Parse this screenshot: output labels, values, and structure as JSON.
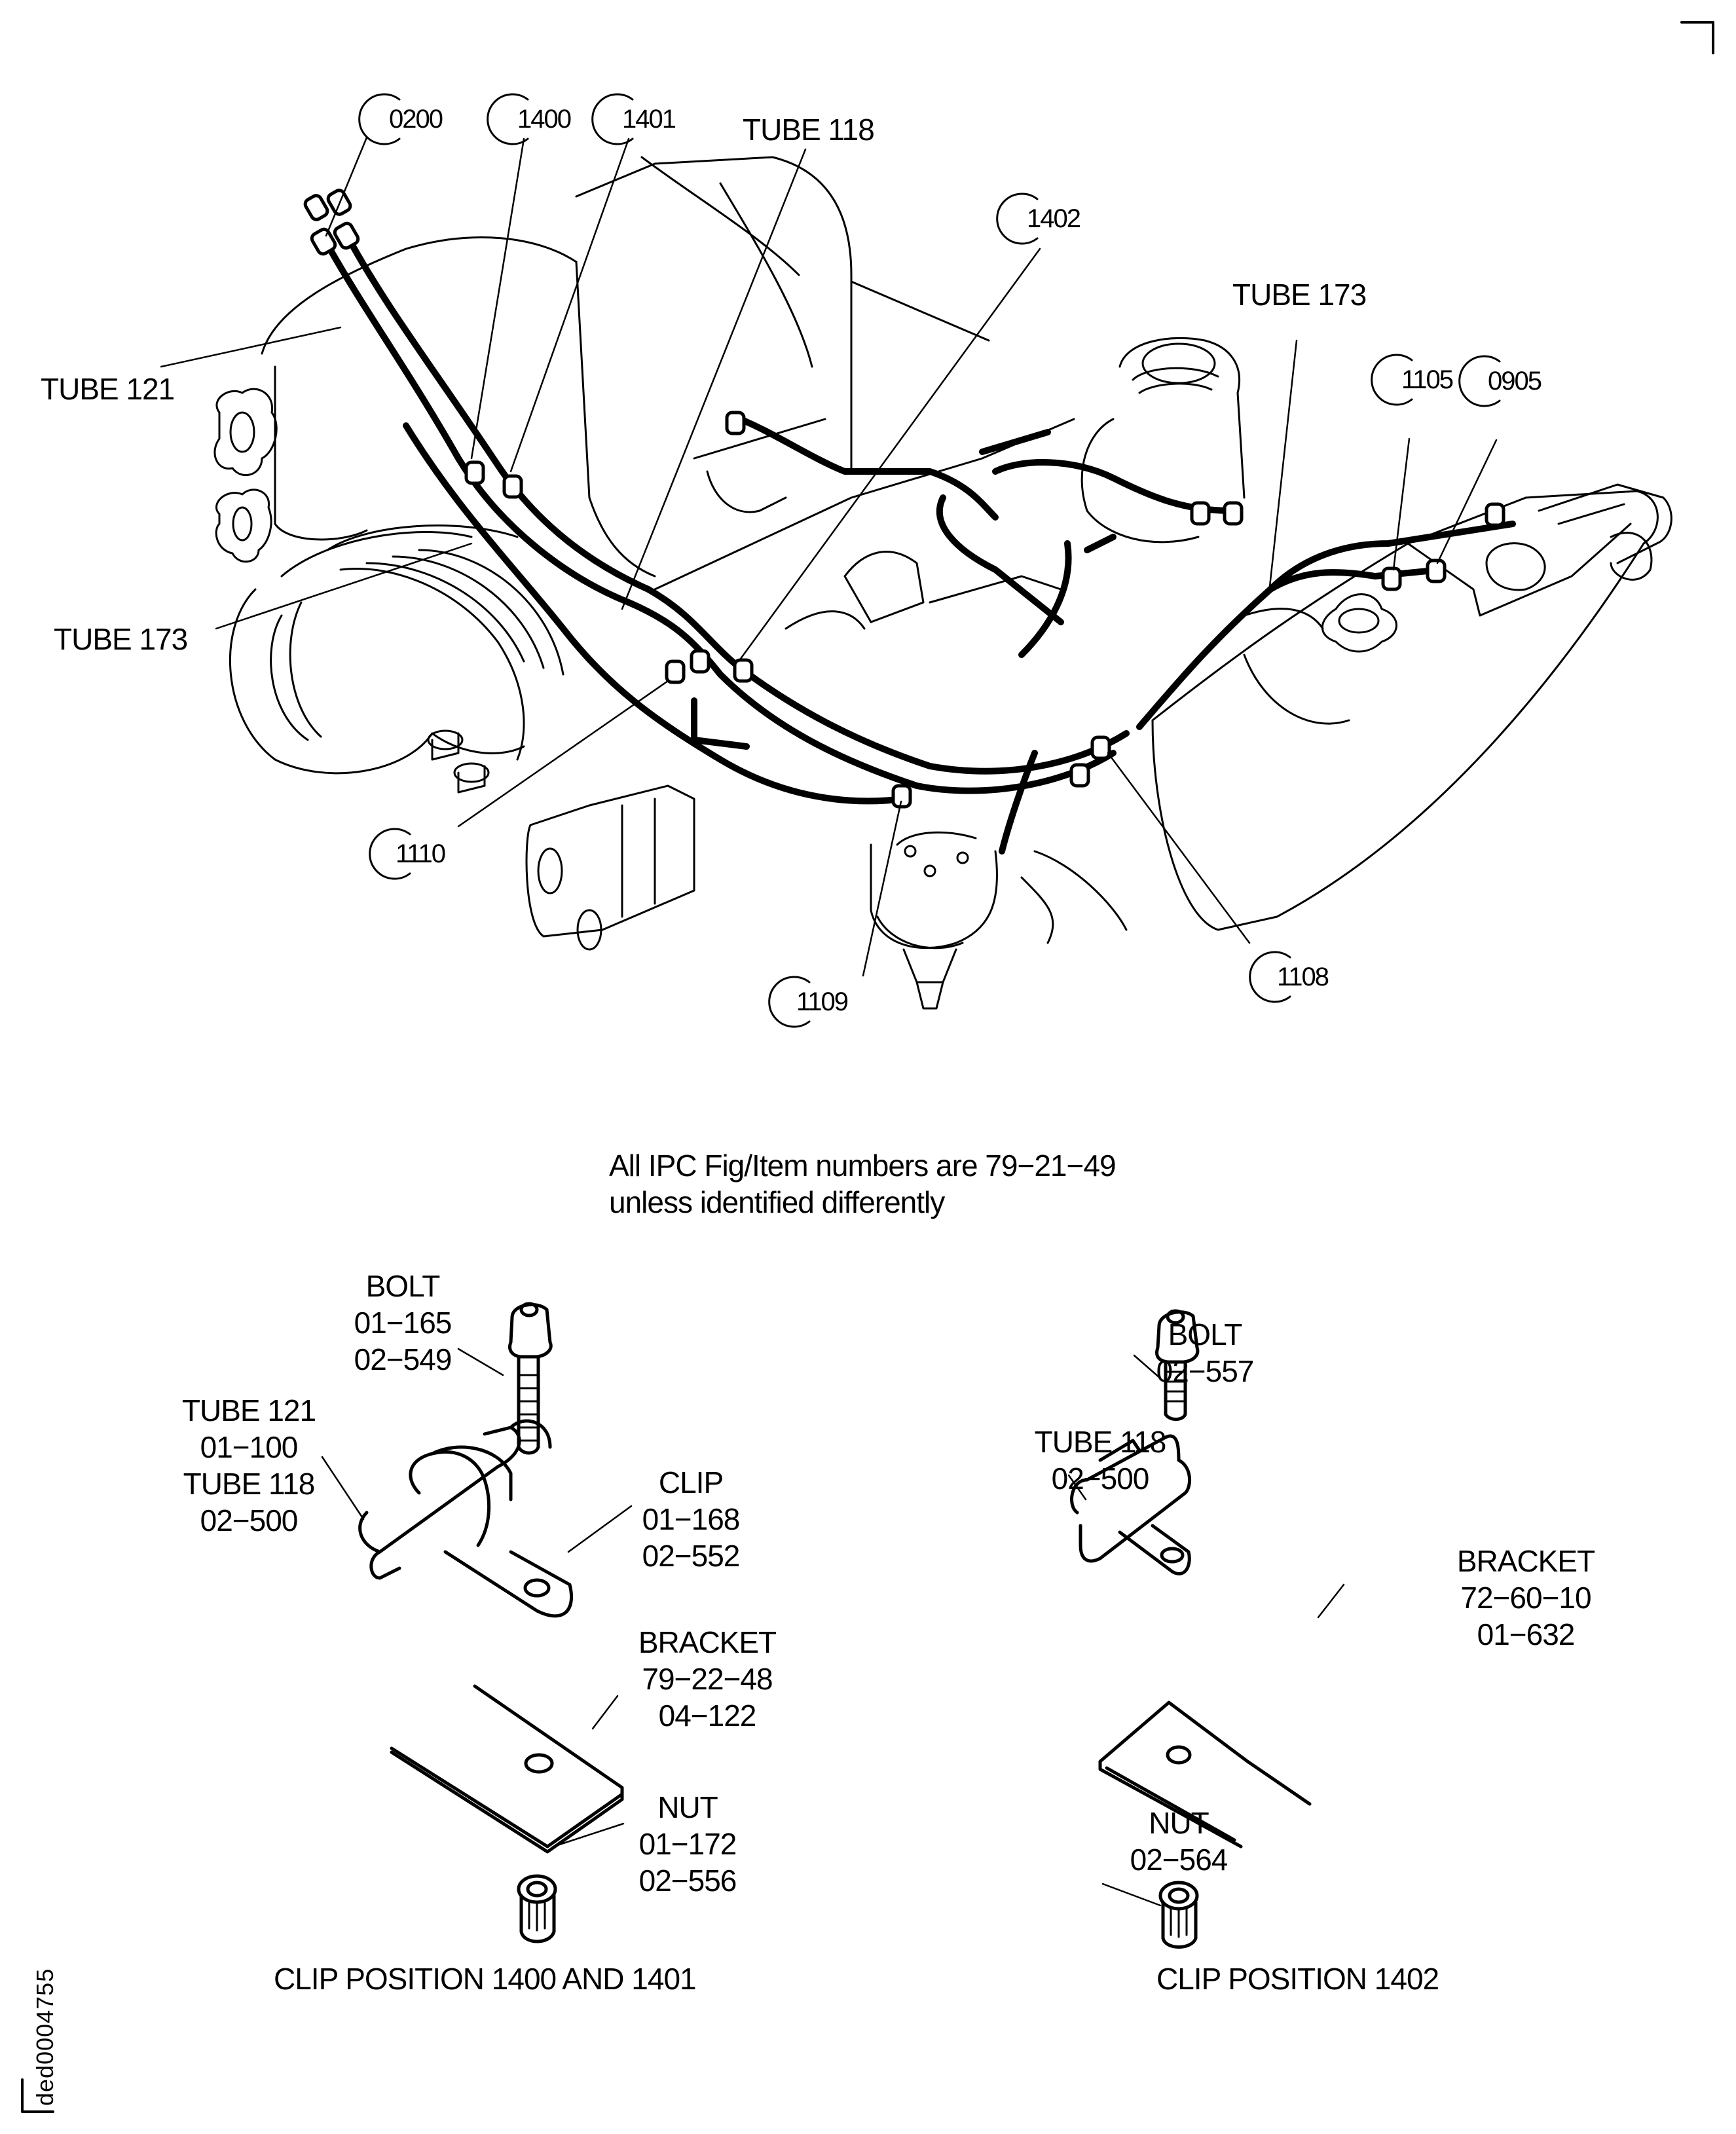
{
  "main_view": {
    "callouts": [
      {
        "id": "c0200",
        "text": "0200"
      },
      {
        "id": "c1400",
        "text": "1400"
      },
      {
        "id": "c1401",
        "text": "1401"
      },
      {
        "id": "c1402",
        "text": "1402"
      },
      {
        "id": "c1105",
        "text": "1105"
      },
      {
        "id": "c0905",
        "text": "0905"
      },
      {
        "id": "c1110",
        "text": "1110"
      },
      {
        "id": "c1109",
        "text": "1109"
      },
      {
        "id": "c1108",
        "text": "1108"
      }
    ],
    "tube_labels": {
      "tube118_top": "TUBE 118",
      "tube173_top": "TUBE 173",
      "tube121_left": "TUBE 121",
      "tube173_left": "TUBE 173"
    }
  },
  "note": {
    "line1": "All IPC Fig/Item numbers are 79−21−49",
    "line2": "unless identified differently"
  },
  "detail_left": {
    "caption": "CLIP POSITION 1400 AND 1401",
    "bolt": [
      "BOLT",
      "01−165",
      "02−549"
    ],
    "tube": [
      "TUBE 121",
      "01−100",
      "TUBE 118",
      "02−500"
    ],
    "clip": [
      "CLIP",
      "01−168",
      "02−552"
    ],
    "bracket": [
      "BRACKET",
      "79−22−48",
      "04−122"
    ],
    "nut": [
      "NUT",
      "01−172",
      "02−556"
    ]
  },
  "detail_right": {
    "caption": "CLIP POSITION 1402",
    "bolt": [
      "BOLT",
      "02−557"
    ],
    "tube": [
      "TUBE 118",
      "02−500"
    ],
    "bracket": [
      "BRACKET",
      "72−60−10",
      "01−632"
    ],
    "nut": [
      "NUT",
      "02−564"
    ]
  },
  "document_id": "ded0004755"
}
